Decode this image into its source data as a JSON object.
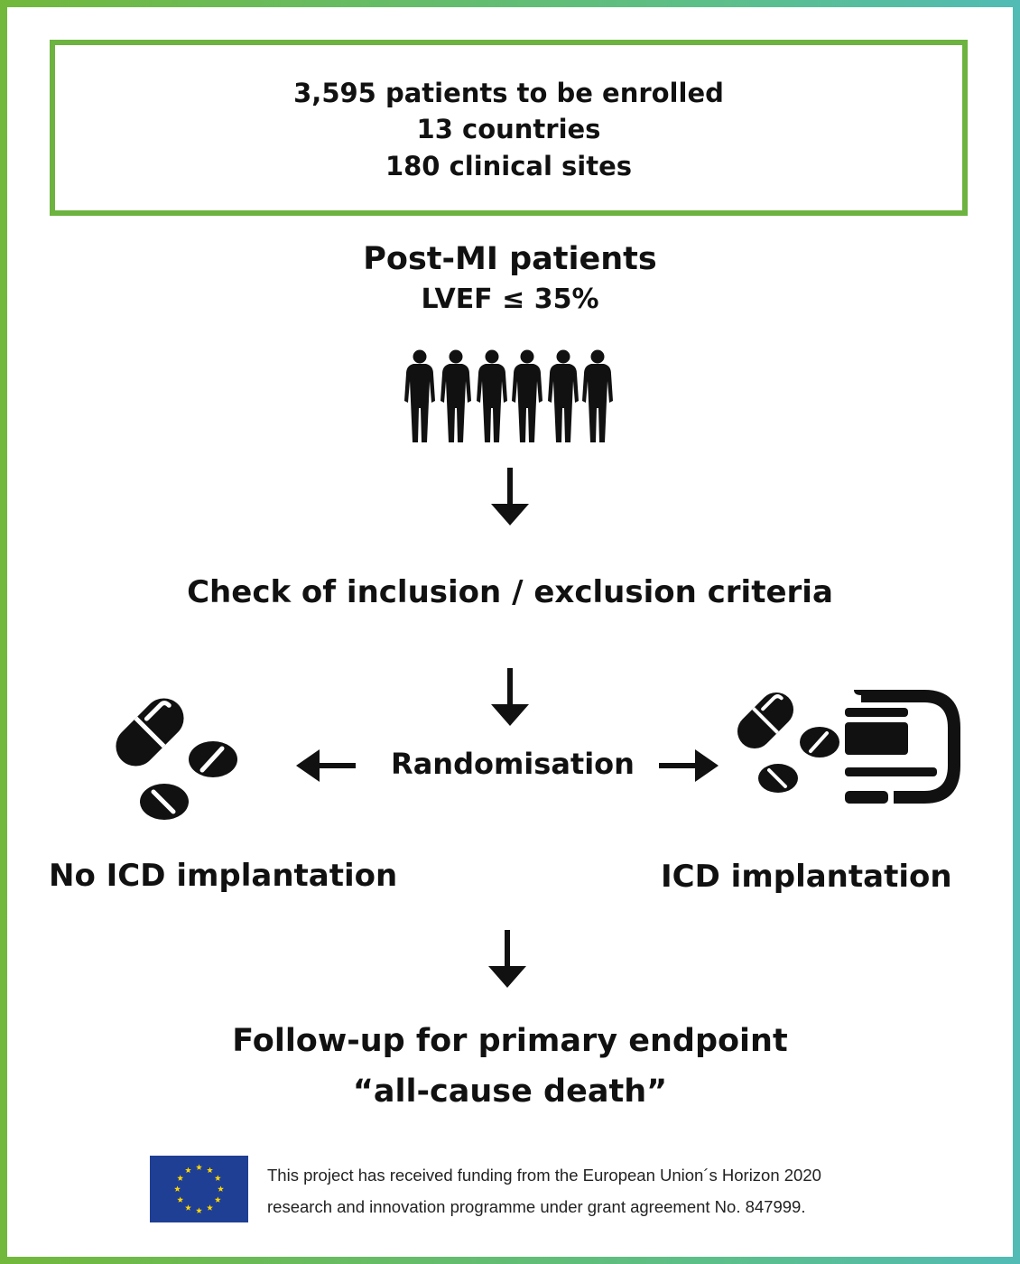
{
  "summary": {
    "lines": [
      "3,595 patients to be enrolled",
      "13 countries",
      "180 clinical sites"
    ]
  },
  "population": {
    "title": "Post-MI patients",
    "subtitle": "LVEF ≤ 35%"
  },
  "screening": {
    "label": "Check of inclusion / exclusion criteria"
  },
  "randomisation": {
    "label": "Randomisation"
  },
  "arms": {
    "control": "No ICD implantation",
    "intervention": "ICD implantation"
  },
  "endpoint": {
    "line1": "Follow-up for primary endpoint",
    "line2": "“all-cause death”"
  },
  "funding": {
    "line1": "This project has received funding from the European Union´s Horizon 2020",
    "line2": "research and innovation programme under grant agreement No. 847999."
  },
  "colors": {
    "frame_green": "#72b83c",
    "frame_teal": "#52bbb5",
    "box_border": "#6db33f",
    "eu_blue": "#1f3f94",
    "eu_star": "#ffd600",
    "ink": "#111111"
  },
  "icons": {
    "people": "person-silhouette-icon",
    "control_arm": "pills-icon",
    "intervention_arm": [
      "pills-icon",
      "icd-device-icon"
    ],
    "flag": "eu-flag-icon"
  }
}
